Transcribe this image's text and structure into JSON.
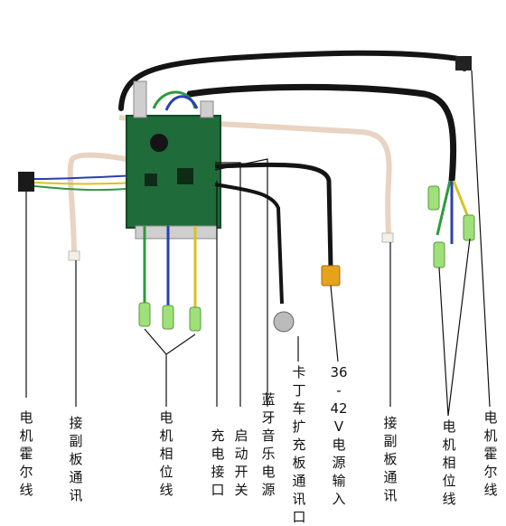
{
  "labels": {
    "hall_left": "电机霍尔线",
    "comm_left": "接副板通讯",
    "phase_left": "电机相位线",
    "charge": "充电接口",
    "start_switch": "启动开关",
    "bt_music": "蓝牙音乐电源",
    "kart": "卡丁车扩充板通讯口",
    "power_in": "36-42V电源输入",
    "comm_right": "接副板通讯",
    "phase_right": "电机相位线",
    "hall_right": "电机霍尔线"
  },
  "colors": {
    "pcb": "#1f6b3a",
    "pcb_dark": "#134a27",
    "wire_black": "#141414",
    "wire_green": "#2e9a3a",
    "wire_blue": "#2b3fb0",
    "wire_yellow": "#d7c322",
    "flat_cable": "#e9d3c2",
    "xt60": "#e6a21a",
    "sleeve": "#9fe07a"
  }
}
